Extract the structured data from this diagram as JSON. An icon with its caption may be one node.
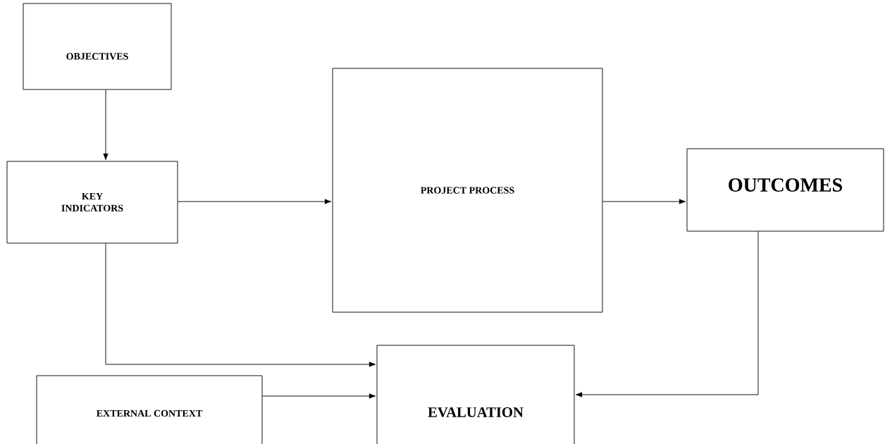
{
  "diagram": {
    "nodes": [
      {
        "text": [
          "OBJECTIVES"
        ]
      },
      {
        "text": [
          "KEY INDICATORS"
        ]
      },
      {
        "text": [
          "PROJECT PROCESS"
        ]
      },
      {
        "text": [
          "OUTCOMES"
        ]
      },
      {
        "text": [
          "EVALUATION"
        ]
      },
      {
        "text": [
          "EXTERNAL CONTEXT"
        ]
      }
    ],
    "edges": [
      {
        "from": 0,
        "to": 1,
        "arrow": "to"
      },
      {
        "from": 1,
        "to": 2,
        "arrow": "to"
      },
      {
        "from": 2,
        "to": 3,
        "arrow": "to"
      },
      {
        "from": 1,
        "to": 4,
        "arrow": "to"
      },
      {
        "from": 3,
        "to": 4,
        "arrow": "to"
      },
      {
        "from": 5,
        "to": 4,
        "arrow": "to"
      }
    ]
  }
}
